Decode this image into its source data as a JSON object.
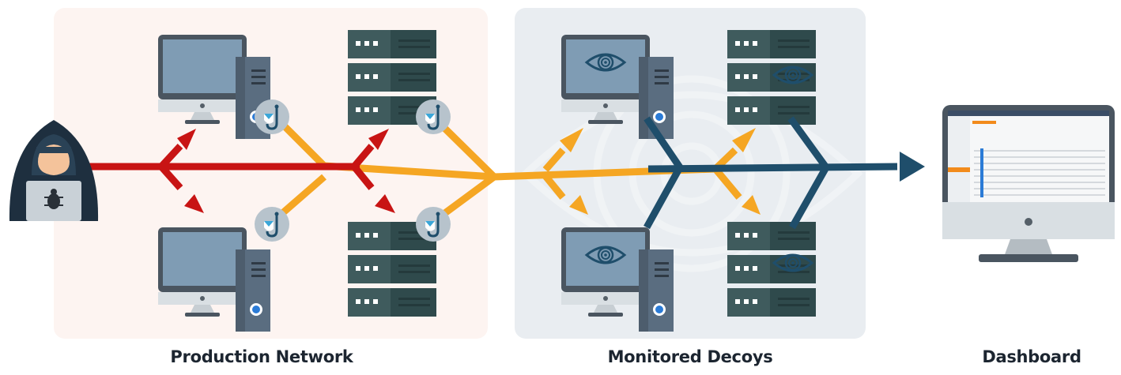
{
  "labels": {
    "production_network": "Production Network",
    "monitored_decoys": "Monitored Decoys",
    "dashboard": "Dashboard"
  },
  "colors": {
    "production_zone": "#fdf4f1",
    "decoy_zone": "#e9edf1",
    "attack_path": "#c81414",
    "lure_path": "#f5a623",
    "alert_path": "#1f4e6b",
    "monitor_frame": "#4a5560",
    "monitor_screen": "#7f9cb4",
    "server_dark": "#2f4a4c",
    "lure_badge": "#b7c3cc",
    "attacker_hood": "#1e2f3f"
  },
  "icons": {
    "attacker": "hooded-hacker-icon",
    "lure": "fishing-hook-icon",
    "decoy": "eye-icon",
    "dashboard": "dashboard-monitor-icon"
  }
}
